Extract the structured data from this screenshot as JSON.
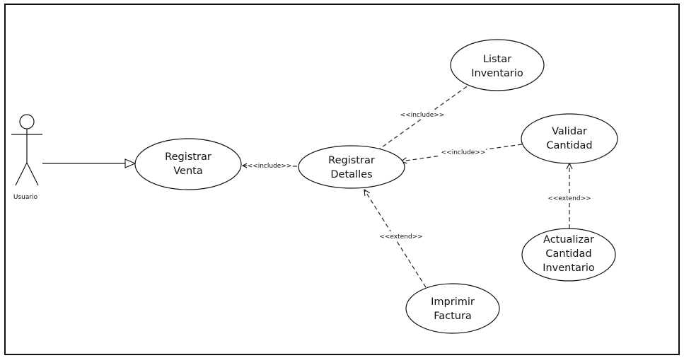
{
  "actor": {
    "name": "Usuario"
  },
  "use_cases": {
    "registrar_venta": [
      "Registrar",
      "Venta"
    ],
    "registrar_detalles": [
      "Registrar",
      "Detalles"
    ],
    "listar_inventario": [
      "Listar",
      "Inventario"
    ],
    "validar_cantidad": [
      "Validar",
      "Cantidad"
    ],
    "actualizar_cantidad": [
      "Actualizar",
      "Cantidad",
      "Inventario"
    ],
    "imprimir_factura": [
      "Imprimir",
      "Factura"
    ]
  },
  "relations": {
    "include_venta_detalles": "<<include>>",
    "include_detalles_listar": "<<include>>",
    "include_detalles_validar": "<<include>>",
    "extend_actualizar_validar": "<<extend>>",
    "extend_imprimir_detalles": "<<extend>>"
  }
}
